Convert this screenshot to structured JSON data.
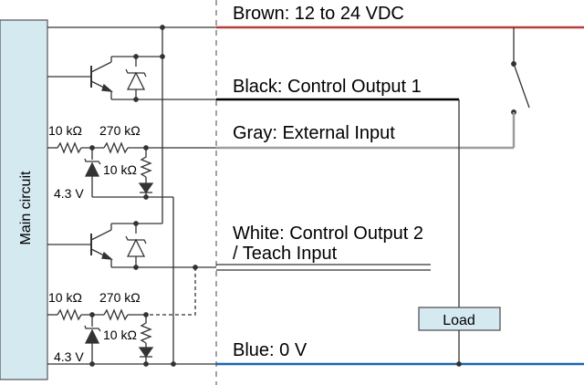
{
  "main_block": {
    "label": "Main circuit",
    "fill": "#d5e9f1"
  },
  "wires": {
    "brown": {
      "label": "Brown: 12 to 24 VDC",
      "color": "#b5403a"
    },
    "black": {
      "label": "Black: Control Output 1",
      "color": "#000000"
    },
    "gray": {
      "label": "Gray: External Input",
      "color": "#9c9c9c"
    },
    "white": {
      "label_line1": "White: Control Output 2",
      "label_line2": "/ Teach Input"
    },
    "blue": {
      "label": "Blue: 0 V",
      "color": "#1f66ad"
    }
  },
  "input_circuit_1": {
    "r1": "10 kΩ",
    "r2": "270 kΩ",
    "r3": "10 kΩ",
    "zener": "4.3 V"
  },
  "input_circuit_2": {
    "r1": "10 kΩ",
    "r2": "270 kΩ",
    "r3": "10 kΩ",
    "zener": "4.3 V"
  },
  "load": {
    "label": "Load",
    "fill": "#d5e9f1"
  }
}
